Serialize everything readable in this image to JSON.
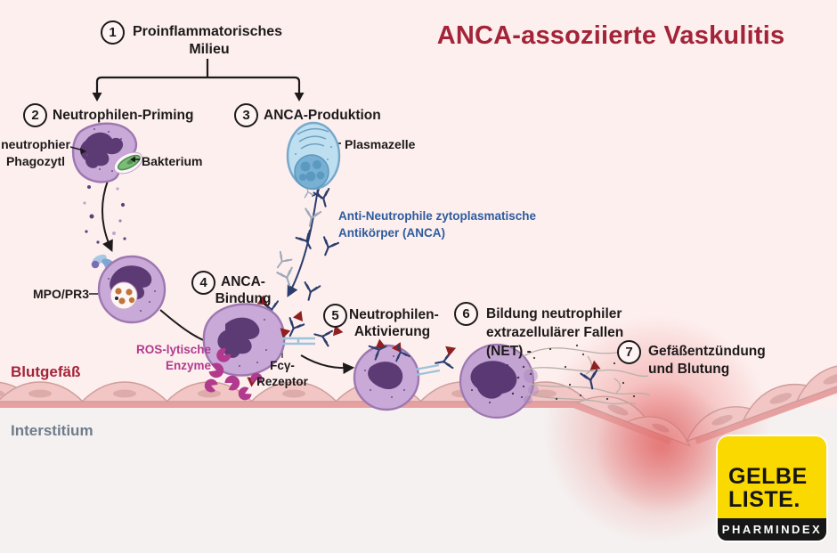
{
  "title": "ANCA-assoziierte Vaskulitis",
  "steps": {
    "s1": {
      "num": "1",
      "line1": "Proinflammatorisches",
      "line2": "Milieu"
    },
    "s2": {
      "num": "2",
      "label": "Neutrophilen-Priming"
    },
    "s3": {
      "num": "3",
      "label": "ANCA-Produktion"
    },
    "s4": {
      "num": "4",
      "line1": "ANCA-",
      "line2": "Bindung"
    },
    "s5": {
      "num": "5",
      "line1": "Neutrophilen-",
      "line2": "Aktivierung"
    },
    "s6": {
      "num": "6",
      "line1": "Bildung neutrophiler",
      "line2": "extrazellulärer Fallen",
      "line3": "(NET) -"
    },
    "s7": {
      "num": "7",
      "line1": "Gefäßentzündung",
      "line2": "und Blutung"
    }
  },
  "labels": {
    "phagocyte1": "neutrophier",
    "phagocyte2": "Phagozytl",
    "bacterium": "Bakterium",
    "plasma_cell": "Plasmazelle",
    "anca1": "Anti-Neutrophile zytoplasmatische",
    "anca2": "Antikörper (ANCA)",
    "mpo": "MPO/PR3",
    "ros1": "ROS-lytische",
    "ros2": "Enzyme",
    "fc1": "Fcγ-",
    "fc2": "Rezeptor",
    "vessel": "Blutgefäß",
    "interstitium": "Interstitium"
  },
  "logo": {
    "line1": "GELBE",
    "line2": "LISTE.",
    "tagline": "PHARMINDEX"
  },
  "colors": {
    "title_red": "#a32438",
    "anca_blue": "#2d5b9e",
    "ros_magenta": "#b23a8e",
    "interstitium_gray": "#6e7c8b",
    "logo_yellow": "#f9d900",
    "logo_black": "#171717",
    "cell_purple": "#c9a9d8",
    "nucleus_purple": "#5c3a74",
    "plasma_blue": "#bedff0",
    "bacterium_green": "#7cbb78",
    "receptor_red": "#8e2020",
    "endothel_pink": "#f2c6c5"
  }
}
